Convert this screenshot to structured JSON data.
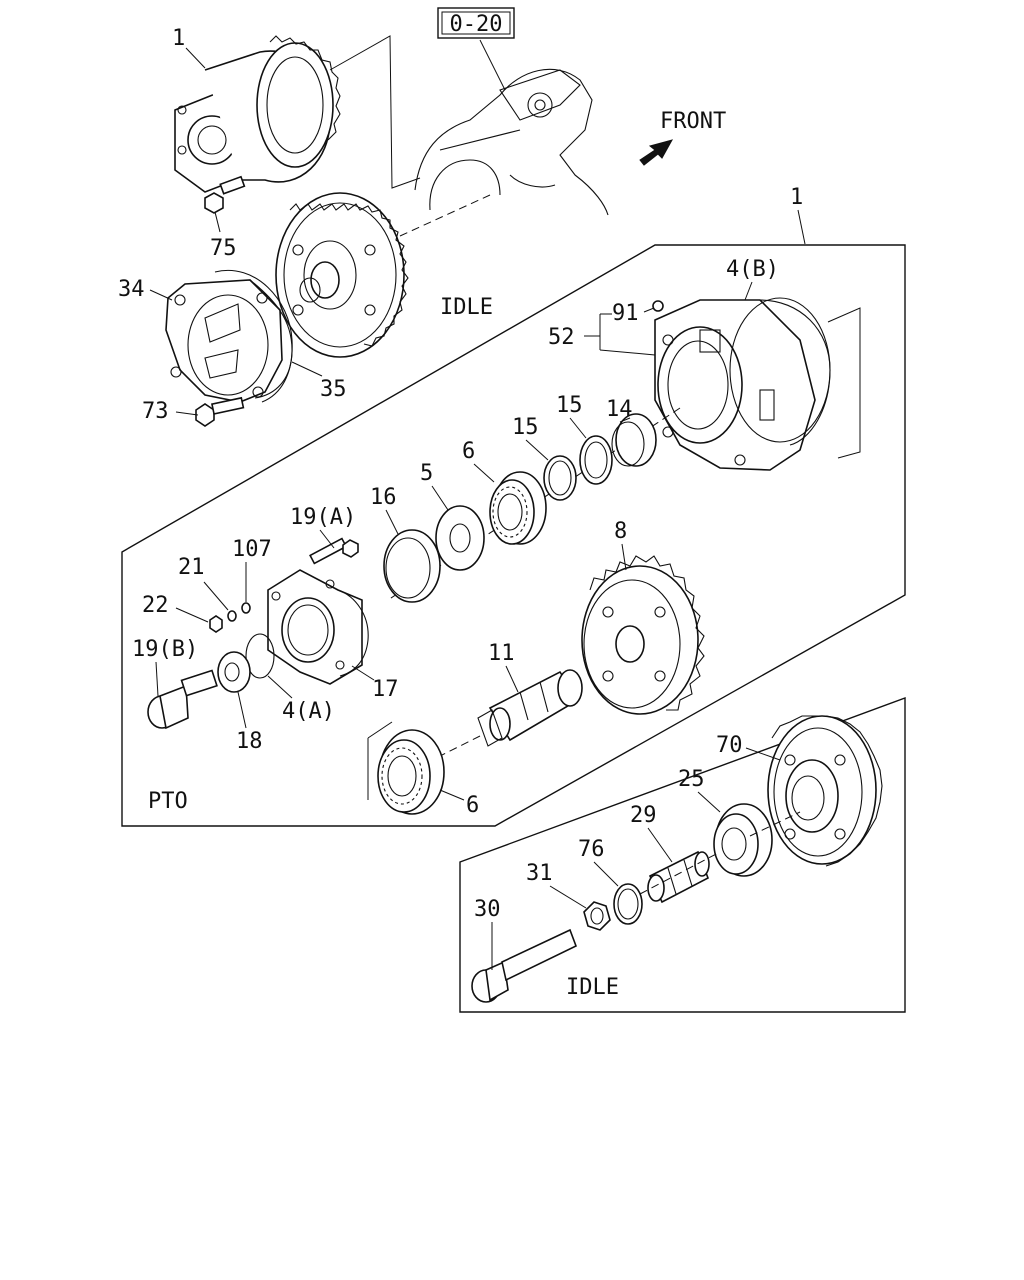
{
  "ref_box": "0-20",
  "front_label": "FRONT",
  "section_labels": {
    "idle_top": "IDLE",
    "pto": "PTO",
    "idle_bottom": "IDLE"
  },
  "callouts": {
    "assembly_top": "1",
    "assembly_pto": "1",
    "c75": "75",
    "c34": "34",
    "c35": "35",
    "c73": "73",
    "c4b": "4(B)",
    "c91": "91",
    "c52": "52",
    "c14": "14",
    "c15a": "15",
    "c15b": "15",
    "c6a": "6",
    "c5": "5",
    "c16": "16",
    "c19a": "19(A)",
    "c107": "107",
    "c21": "21",
    "c22": "22",
    "c19b": "19(B)",
    "c18": "18",
    "c4a": "4(A)",
    "c17": "17",
    "c8": "8",
    "c11": "11",
    "c6b": "6",
    "c70": "70",
    "c25": "25",
    "c29": "29",
    "c76": "76",
    "c31": "31",
    "c30": "30"
  },
  "colors": {
    "ink": "#111111",
    "paper": "#ffffff"
  }
}
